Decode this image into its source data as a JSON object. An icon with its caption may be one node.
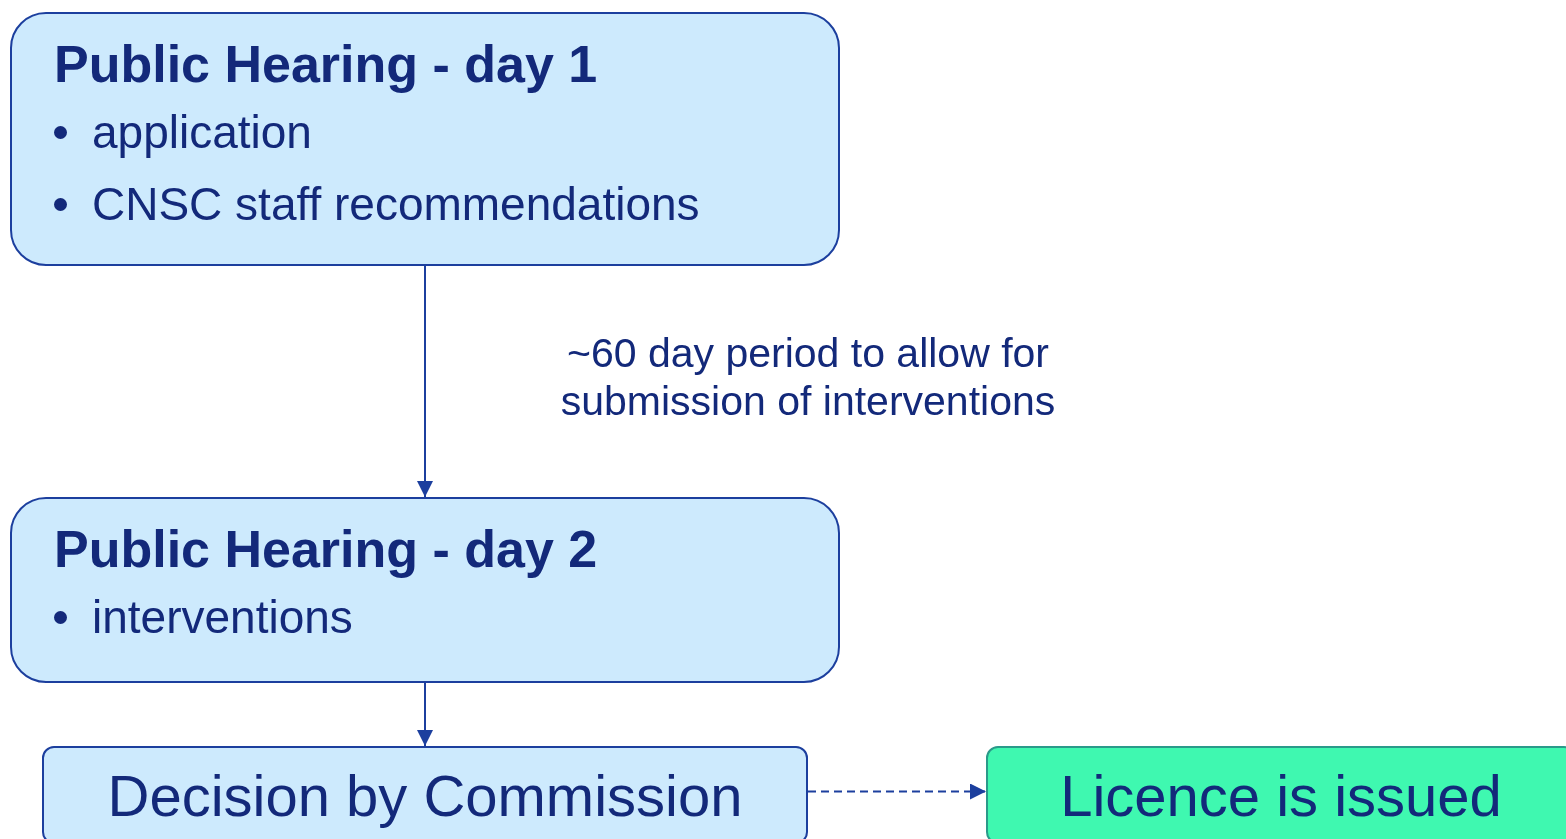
{
  "diagram": {
    "nodes": [
      {
        "text": [
          "Public Hearing - day 1",
          "application",
          "CNSC staff recommendations"
        ]
      },
      {
        "text": [
          "Public Hearing - day 2",
          "interventions"
        ]
      },
      {
        "text": [
          "Decision by Commission"
        ]
      },
      {
        "text": [
          "Licence is issued"
        ]
      }
    ],
    "edges": [
      {
        "from": 0,
        "to": 1,
        "arrow": "to",
        "label": "~60 day period to allow for submission of interventions"
      },
      {
        "from": 1,
        "to": 2,
        "arrow": "to"
      },
      {
        "from": 2,
        "to": 3,
        "arrow": "to",
        "style": "dashed"
      }
    ]
  }
}
